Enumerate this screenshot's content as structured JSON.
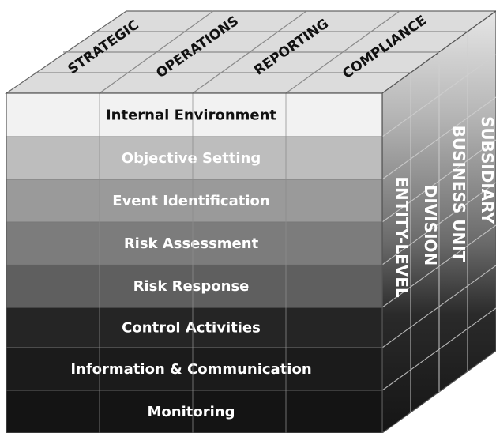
{
  "top": {
    "labels": [
      "STRATEGIC",
      "OPERATIONS",
      "REPORTING",
      "COMPLIANCE"
    ]
  },
  "front": {
    "rows": [
      {
        "label": "Internal Environment",
        "fill": "#f2f2f2",
        "text_color": "#111111"
      },
      {
        "label": "Objective Setting",
        "fill": "#bdbdbd",
        "text_color": "#ffffff"
      },
      {
        "label": "Event Identification",
        "fill": "#9a9a9a",
        "text_color": "#ffffff"
      },
      {
        "label": "Risk Assessment",
        "fill": "#7c7c7c",
        "text_color": "#ffffff"
      },
      {
        "label": "Risk Response",
        "fill": "#5f5f5f",
        "text_color": "#ffffff"
      },
      {
        "label": "Control Activities",
        "fill": "#252525",
        "text_color": "#ffffff"
      },
      {
        "label": "Information & Communication",
        "fill": "#1b1b1b",
        "text_color": "#ffffff"
      },
      {
        "label": "Monitoring",
        "fill": "#141414",
        "text_color": "#ffffff"
      }
    ]
  },
  "side": {
    "labels": [
      "ENTITY-LEVEL",
      "DIVISION",
      "BUSINESS UNIT",
      "SUBSIDIARY"
    ]
  }
}
